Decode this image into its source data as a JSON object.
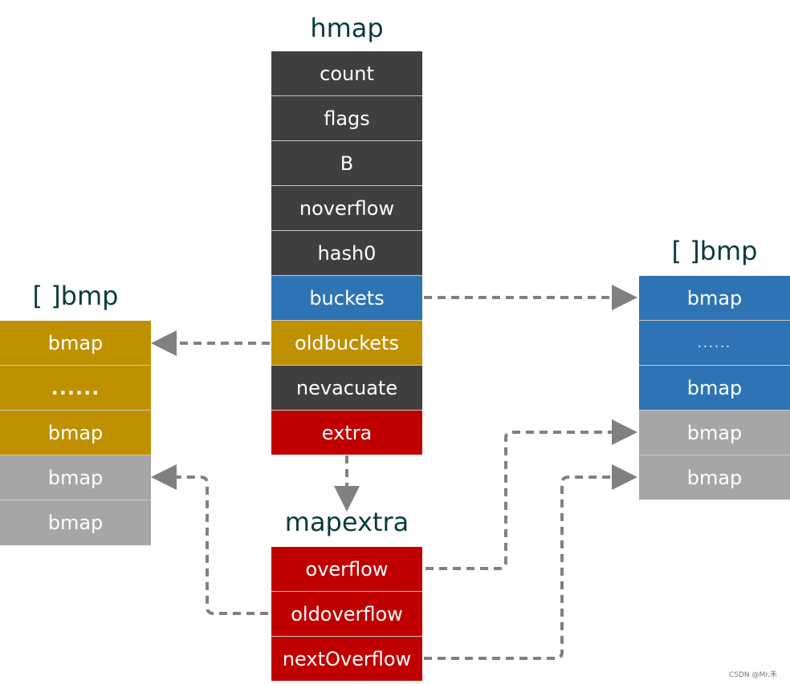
{
  "hmap": {
    "title": "hmap",
    "fields": [
      "count",
      "flags",
      "B",
      "noverflow",
      "hash0",
      "buckets",
      "oldbuckets",
      "nevacuate",
      "extra"
    ]
  },
  "left_array": {
    "title": "[ ]bmp",
    "cells": [
      "bmap",
      "......",
      "bmap",
      "bmap",
      "bmap"
    ]
  },
  "right_array": {
    "title": "[ ]bmp",
    "cells": [
      "bmap",
      "......",
      "bmap",
      "bmap",
      "bmap"
    ]
  },
  "mapextra": {
    "title": "mapextra",
    "fields": [
      "overflow",
      "oldoverflow",
      "nextOverflow"
    ]
  },
  "colors": {
    "dark": "#3f3f3f",
    "blue": "#2e74b5",
    "gold": "#bf9000",
    "red": "#c00000",
    "gray": "#a6a6a6",
    "arrow": "#808080",
    "title": "#0b3b3b"
  },
  "watermark": "CSDN @Mr.禾"
}
